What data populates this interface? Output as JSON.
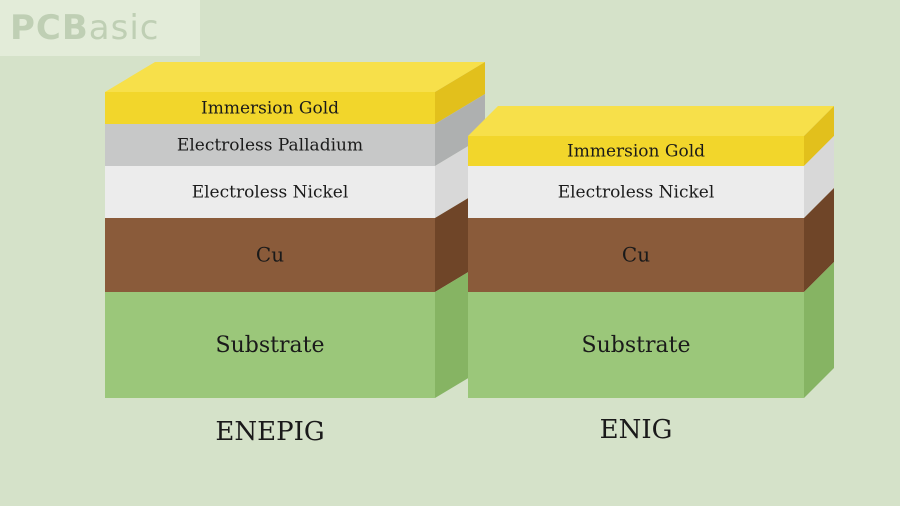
{
  "logo": {
    "text_bold": "PCB",
    "text_thin": "asic"
  },
  "stacks": [
    {
      "caption": "ENEPIG",
      "layers": [
        {
          "label": "Immersion Gold",
          "color": "#f2d62b",
          "side": "#e2c01c",
          "top": "#f7e04a"
        },
        {
          "label": "Electroless Palladium",
          "color": "#c7c8c8",
          "side": "#aeb0b0"
        },
        {
          "label": "Electroless Nickel",
          "color": "#ececec",
          "side": "#d8d8d8"
        },
        {
          "label": "Cu",
          "color": "#8a5b3a",
          "side": "#6f4528"
        },
        {
          "label": "Substrate",
          "color": "#9bc77a",
          "side": "#86b463"
        }
      ]
    },
    {
      "caption": "ENIG",
      "layers": [
        {
          "label": "Immersion Gold",
          "color": "#f2d62b",
          "side": "#e2c01c",
          "top": "#f7e04a"
        },
        {
          "label": "Electroless Nickel",
          "color": "#ececec",
          "side": "#d8d8d8"
        },
        {
          "label": "Cu",
          "color": "#8a5b3a",
          "side": "#6f4528"
        },
        {
          "label": "Substrate",
          "color": "#9bc77a",
          "side": "#86b463"
        }
      ]
    }
  ]
}
